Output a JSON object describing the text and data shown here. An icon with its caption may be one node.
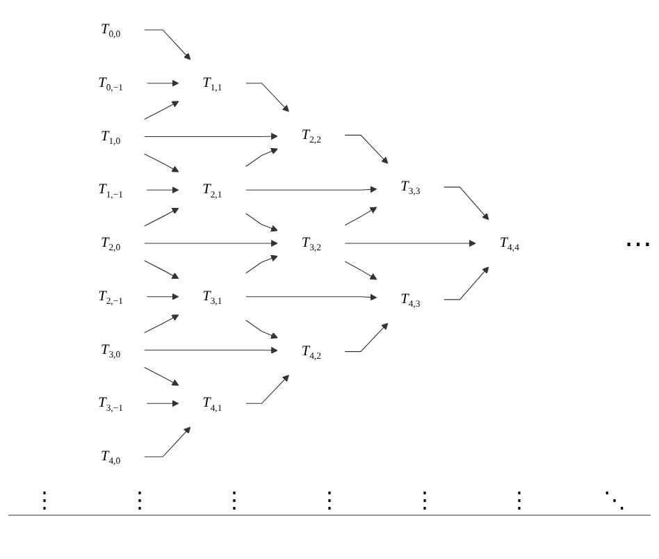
{
  "diagram": {
    "nodes": [
      {
        "text": [
          "T$_{0,−1}$"
        ]
      },
      {
        "text": [
          "T$_{1,−1}$"
        ]
      },
      {
        "text": [
          "T$_{2,−1}$"
        ]
      },
      {
        "text": [
          "T$_{3,−1}$"
        ]
      },
      {
        "text": [
          "T$_{0,0}$"
        ]
      },
      {
        "text": [
          "T$_{1,0}$"
        ]
      },
      {
        "text": [
          "T$_{2,0}$"
        ]
      },
      {
        "text": [
          "T$_{3,0}$"
        ]
      },
      {
        "text": [
          "T$_{4,0}$"
        ]
      },
      {
        "text": [
          "T$_{1,1}$"
        ]
      },
      {
        "text": [
          "T$_{2,1}$"
        ]
      },
      {
        "text": [
          "T$_{3,1}$"
        ]
      },
      {
        "text": [
          "T$_{4,1}$"
        ]
      },
      {
        "text": [
          "T$_{2,2}$"
        ]
      },
      {
        "text": [
          "T$_{3,2}$"
        ]
      },
      {
        "text": [
          "T$_{4,2}$"
        ]
      },
      {
        "text": [
          "T$_{3,3}$"
        ]
      },
      {
        "text": [
          "T$_{4,3}$"
        ]
      },
      {
        "text": [
          "T$_{4,4}$"
        ]
      }
    ],
    "edges": [
      {
        "from": 4,
        "to": 9,
        "arrow": "to"
      },
      {
        "from": 0,
        "to": 9,
        "arrow": "to"
      },
      {
        "from": 5,
        "to": 9,
        "arrow": "to"
      },
      {
        "from": 5,
        "to": 10,
        "arrow": "to"
      },
      {
        "from": 1,
        "to": 10,
        "arrow": "to"
      },
      {
        "from": 6,
        "to": 10,
        "arrow": "to"
      },
      {
        "from": 6,
        "to": 11,
        "arrow": "to"
      },
      {
        "from": 2,
        "to": 11,
        "arrow": "to"
      },
      {
        "from": 7,
        "to": 11,
        "arrow": "to"
      },
      {
        "from": 7,
        "to": 12,
        "arrow": "to"
      },
      {
        "from": 3,
        "to": 12,
        "arrow": "to"
      },
      {
        "from": 8,
        "to": 12,
        "arrow": "to"
      },
      {
        "from": 9,
        "to": 13,
        "arrow": "to"
      },
      {
        "from": 5,
        "to": 13,
        "arrow": "to"
      },
      {
        "from": 10,
        "to": 13,
        "arrow": "to"
      },
      {
        "from": 10,
        "to": 14,
        "arrow": "to"
      },
      {
        "from": 6,
        "to": 14,
        "arrow": "to"
      },
      {
        "from": 11,
        "to": 14,
        "arrow": "to"
      },
      {
        "from": 11,
        "to": 15,
        "arrow": "to"
      },
      {
        "from": 7,
        "to": 15,
        "arrow": "to"
      },
      {
        "from": 12,
        "to": 15,
        "arrow": "to"
      },
      {
        "from": 13,
        "to": 16,
        "arrow": "to"
      },
      {
        "from": 10,
        "to": 16,
        "arrow": "to"
      },
      {
        "from": 14,
        "to": 16,
        "arrow": "to"
      },
      {
        "from": 14,
        "to": 17,
        "arrow": "to"
      },
      {
        "from": 11,
        "to": 17,
        "arrow": "to"
      },
      {
        "from": 15,
        "to": 17,
        "arrow": "to"
      },
      {
        "from": 16,
        "to": 18,
        "arrow": "to"
      },
      {
        "from": 14,
        "to": 18,
        "arrow": "to"
      },
      {
        "from": 17,
        "to": 18,
        "arrow": "to"
      }
    ],
    "labels": [
      "⋯",
      "⋮",
      "⋮",
      "⋮",
      "⋮",
      "⋮",
      "⋮",
      "⋱"
    ]
  }
}
